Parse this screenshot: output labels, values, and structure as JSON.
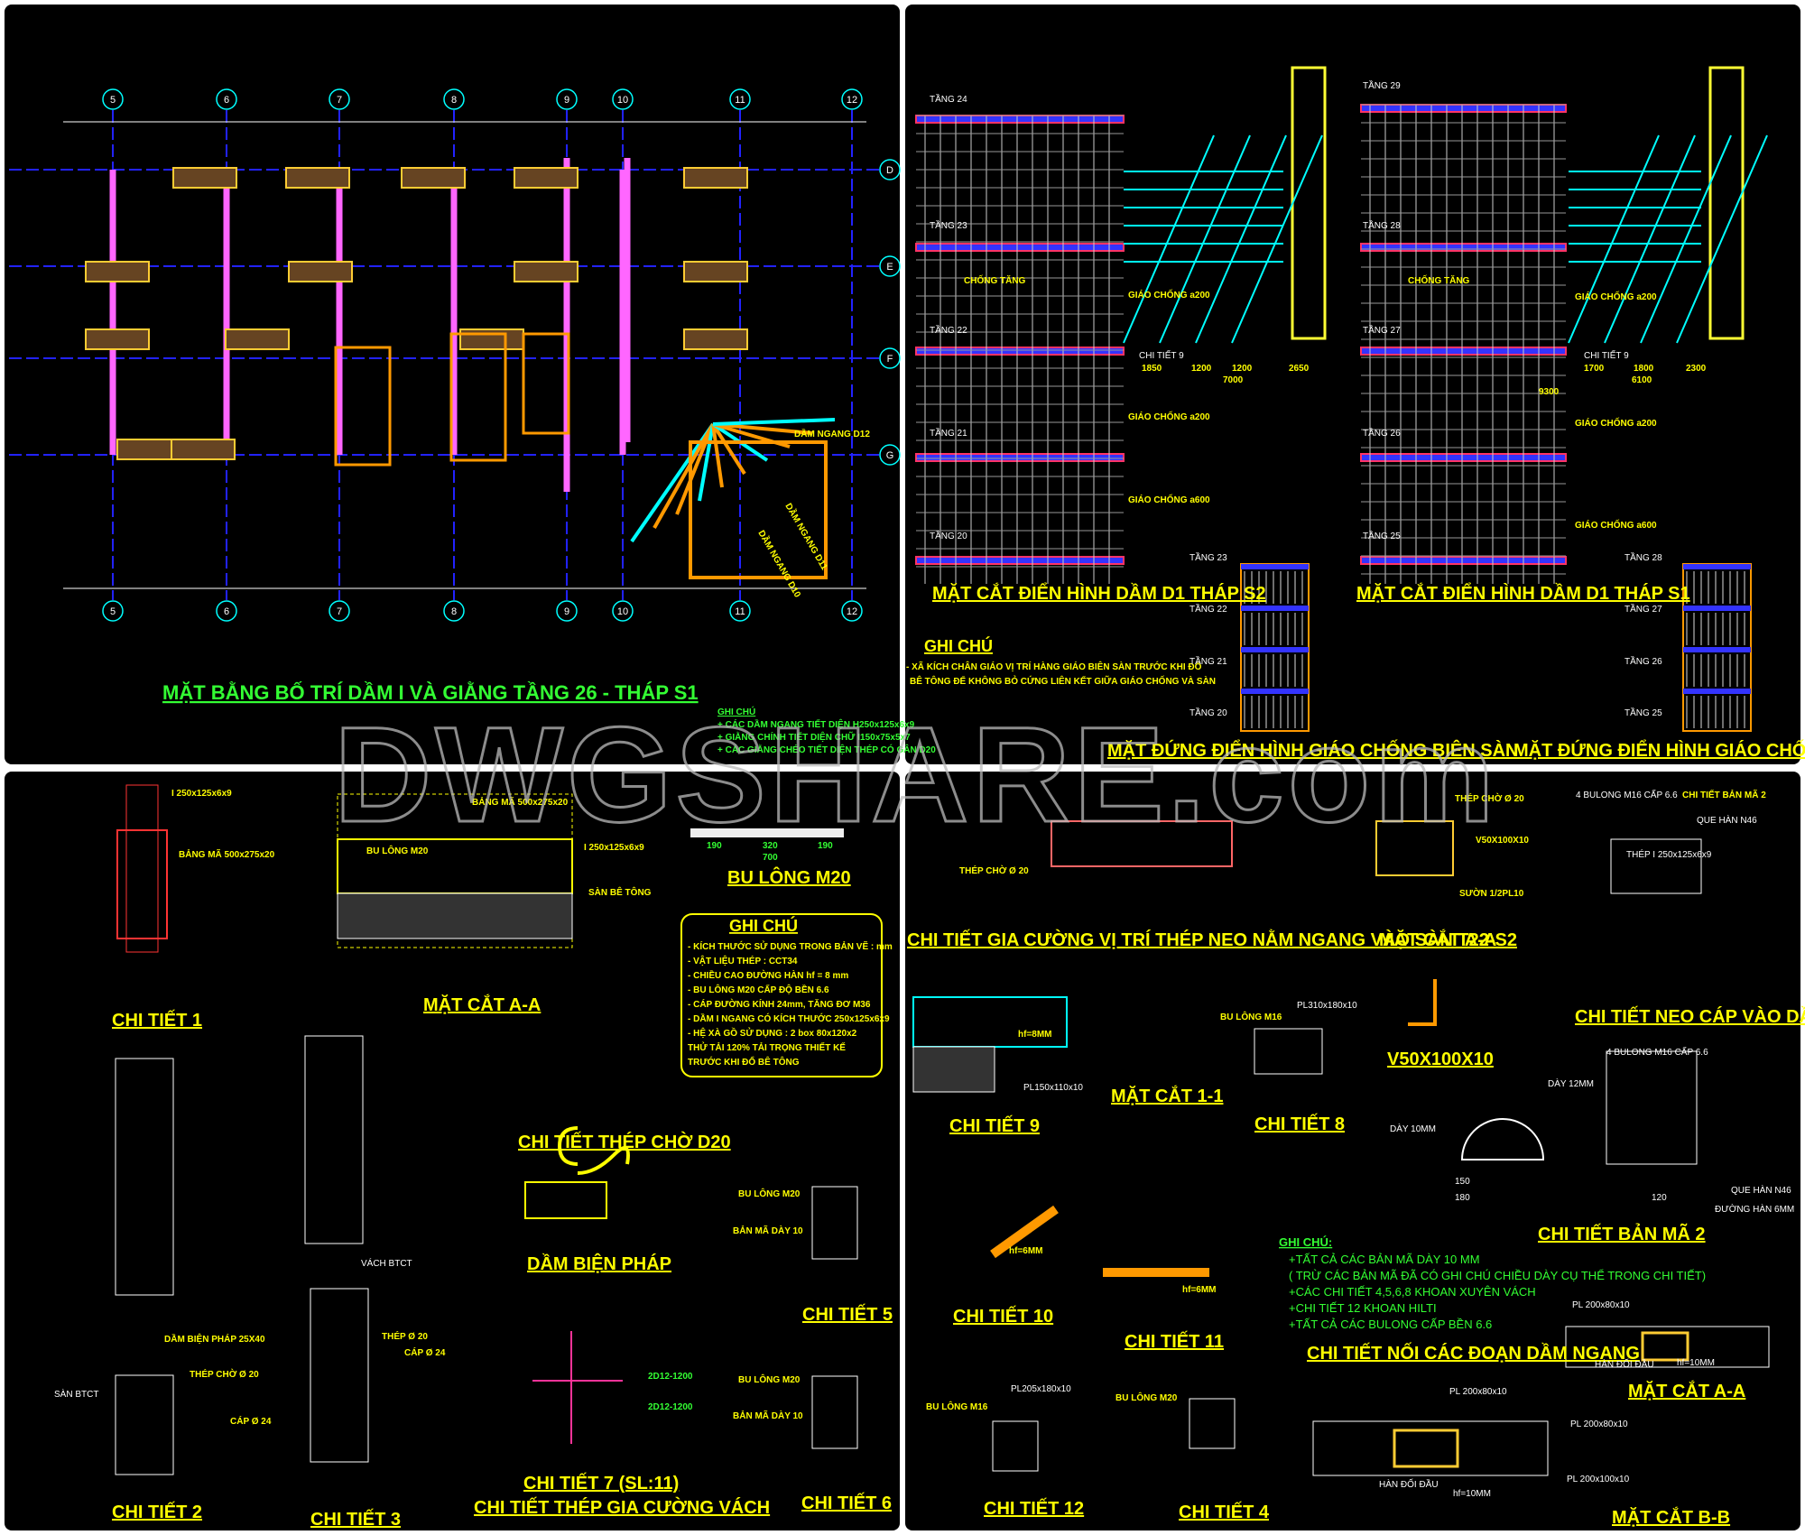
{
  "watermark": "DWGSHARE.com",
  "colors": {
    "background": "#000000",
    "title_yellow": "#ffff00",
    "title_green": "#33ff33",
    "grid_blue": "#2222ff",
    "wall_magenta": "#ff66ff",
    "brace_orange": "#ff9900",
    "brace_cyan": "#00ffff"
  },
  "plan": {
    "title": "MẶT BẰNG BỐ TRÍ DẦM I VÀ GIẰNG TẦNG 26 - THÁP S1",
    "axes_columns": [
      "5",
      "6",
      "7",
      "8",
      "9",
      "10",
      "11",
      "12"
    ],
    "axes_rows": [
      "D",
      "E",
      "F",
      "G"
    ],
    "note_title": "GHI CHÚ",
    "notes": [
      "+ CÁC DẦM NGANG TIẾT DIỆN H250x125x6x9",
      "+ GIẰNG CHÍNH TIẾT DIỆN CHỮ I150x75x5x7",
      "+ CÁC GIẰNG CHÉO TIẾT DIỆN THÉP CÓ GÂN D20"
    ],
    "labels": [
      "DẦM NGANG D12",
      "DẦM NGANG D11",
      "DẦM NGANG D10"
    ]
  },
  "section_s2": {
    "title": "MẶT CẮT ĐIỂN HÌNH DẦM  D1 THÁP S2",
    "floors": [
      "TẦNG 24",
      "TẦNG 23",
      "TẦNG 22",
      "TẦNG 21",
      "TẦNG 20"
    ],
    "labels": [
      "CHỐNG TĂNG",
      "GIÁO CHỐNG a200",
      "CHI TIẾT 9",
      "GIÁO CHỐNG a200",
      "GIÁO CHỐNG a600"
    ],
    "dims": [
      "1850",
      "1200",
      "1200",
      "2650",
      "7000"
    ]
  },
  "section_s1": {
    "title": "MẶT CẮT ĐIỂN HÌNH DẦM  D1 THÁP S1",
    "floors": [
      "TẦNG 29",
      "TẦNG 28",
      "TẦNG 27",
      "TẦNG 26",
      "TẦNG 25"
    ],
    "labels": [
      "CHỐNG TĂNG",
      "GIÁO CHỐNG a200",
      "CHI TIẾT 9",
      "GIÁO CHỐNG a200",
      "GIÁO CHỐNG a600"
    ],
    "dims": [
      "1700",
      "1800",
      "2300",
      "6100",
      "9300"
    ]
  },
  "top_right_note": {
    "title": "GHI CHÚ",
    "lines": [
      "- XÃ KÍCH CHÂN GIÁO VỊ TRÍ HÀNG GIÁO BIÊN SÀN TRƯỚC KHI ĐỔ",
      "BÊ TÔNG ĐỂ KHÔNG BỎ CỨNG LIÊN KẾT GIỮA GIÁO CHỐNG VÀ SÀN"
    ]
  },
  "elevation_s2": {
    "title": "MẶT ĐỨNG  ĐIỂN HÌNH GIÁO CHỐNG BIÊN SÀN",
    "floors": [
      "TẦNG 23",
      "TẦNG 22",
      "TẦNG 21",
      "TẦNG 20"
    ]
  },
  "elevation_s1": {
    "title": "MẶT ĐỨNG  ĐIỂN HÌNH GIÁO CHỐNG BIÊN SÀN",
    "floors": [
      "TẦNG 28",
      "TẦNG 27",
      "TẦNG 26",
      "TẦNG 25"
    ]
  },
  "details_left": {
    "ct1": {
      "title": "CHI TIẾT 1",
      "labels": [
        "I 250x125x6x9",
        "BẢNG MÃ 500x275x20"
      ]
    },
    "aa": {
      "title": "MẶT CẮT A-A",
      "labels": [
        "BẢNG MÃ 500x275x20",
        "BU LÔNG M20",
        "I 250x125x6x9",
        "SÀN BÊ TÔNG"
      ]
    },
    "bolt": {
      "title": "BU LÔNG M20",
      "dims": [
        "190",
        "320",
        "190",
        "700"
      ]
    },
    "note": {
      "title": "GHI CHÚ",
      "lines": [
        "- KÍCH THƯỚC  SỬ DỤNG TRONG BẢN VẼ : mm",
        "- VẬT LIỆU THÉP : CCT34",
        "- CHIỀU CAO ĐƯỜNG HÀN   hf = 8 mm",
        "- BU LÔNG M20 CẤP ĐỘ BỀN 6.6",
        "- CÁP ĐƯỜNG KÍNH 24mm, TĂNG ĐƠ M36",
        "- DẦM I NGANG CÓ KÍCH THƯỚC 250x125x6x9",
        "- HỆ XÀ GỒ SỬ DỤNG : 2 box 80x120x2",
        "  THỬ TẢI 120% TẢI TRỌNG THIẾT KẾ",
        "  TRƯỚC KHI ĐỔ BÊ TÔNG"
      ]
    },
    "d20": {
      "title": "CHI TIẾT THÉP CHỜ D20"
    },
    "dbp": {
      "title": "DẦM BIỆN PHÁP"
    },
    "ct5": {
      "title": "CHI TIẾT 5",
      "labels": [
        "BU LÔNG M20",
        "BẢN MÃ DÀY 10"
      ]
    },
    "ct2": {
      "title": "CHI TIẾT 2",
      "labels": [
        "DẦM BIỆN PHÁP 25X40",
        "THÉP CHỜ Ø 20",
        "SÀN BTCT",
        "CÁP Ø 24"
      ]
    },
    "ct3": {
      "title": "CHI TIẾT 3",
      "labels": [
        "VÁCH BTCT",
        "THÉP Ø 20",
        "CÁP Ø 24"
      ]
    },
    "ct7": {
      "title": "CHI TIẾT 7 (SL:11)",
      "sub": "CHI TIẾT THÉP GIA CƯỜNG VÁCH",
      "labels": [
        "2D12-1200",
        "2D12-1200"
      ]
    },
    "ct6": {
      "title": "CHI TIẾT 6",
      "labels": [
        "BU LÔNG M20",
        "BẢN MÃ DÀY 10"
      ]
    }
  },
  "details_right": {
    "gc": {
      "title": "CHI TIẾT GIA CƯỜNG VỊ TRÍ THÉP NEO NẰM NGANG VÀO SÀN  T22-S2",
      "labels": [
        "THÉP CHỜ Ø 20"
      ]
    },
    "aa": {
      "title": "MẶT CẮT A-A",
      "labels": [
        "THÉP CHỜ Ø 20",
        "V50X100X10",
        "SƯỜN 1/2PL10"
      ]
    },
    "neo": {
      "title": "CHI TIẾT NEO CÁP VÀO DẦM NGANG",
      "labels": [
        "4 BULONG M16 CẤP 6.6",
        "CHI TIẾT BẢN MÃ 2",
        "QUE HÀN N46",
        "THÉP I 250x125x6x9"
      ]
    },
    "ct9": {
      "title": "CHI TIẾT 9",
      "labels": [
        "hf=8MM",
        "PL150x110x10"
      ]
    },
    "mc11": {
      "title": "MẶT CẮT 1-1"
    },
    "ct8": {
      "title": "CHI TIẾT 8",
      "labels": [
        "BU LÔNG M16",
        "PL310x180x10"
      ]
    },
    "v50": {
      "title": "V50X100X10"
    },
    "bm2": {
      "title": "CHI TIẾT BẢN MÃ 2",
      "labels": [
        "DÀY 12MM",
        "DÀY 10MM",
        "4 BULONG M16 CẤP 6.6",
        "QUE HÀN N46",
        "ĐƯỜNG HÀN 6MM"
      ],
      "dims": [
        "150",
        "180",
        "120"
      ]
    },
    "ct10": {
      "title": "CHI TIẾT 10",
      "labels": [
        "hf=6MM"
      ]
    },
    "ct11": {
      "title": "CHI TIẾT 11",
      "labels": [
        "hf=6MM"
      ]
    },
    "note": {
      "title": "GHI CHÚ:",
      "lines": [
        "+TẤT CẢ CÁC BẢN MÃ DÀY 10 MM",
        "( TRỪ CÁC BẢN MÃ ĐÃ CÓ GHI CHÚ CHIỀU DÀY CỤ THỂ TRONG CHI TIẾT)",
        "+CÁC CHI TIẾT 4,5,6,8 KHOAN XUYÊN VÁCH",
        "+CHI TIẾT 12 KHOAN HILTI",
        "+TẤT CẢ CÁC BULONG CẤP BỀN 6.6"
      ]
    },
    "noi": {
      "title": "CHI TIẾT NỐI CÁC ĐOẠN DẦM NGANG",
      "labels": [
        "PL 200x80x10",
        "HÀN ĐỐI ĐẦU",
        "hf=10MM"
      ]
    },
    "aa2": {
      "title": "MẶT CẮT A-A",
      "labels": [
        "PL 200x80x10",
        "HÀN ĐỐI ĐẦU",
        "hf=10MM"
      ]
    },
    "ct12": {
      "title": "CHI TIẾT 12",
      "labels": [
        "BU LÔNG M16",
        "PL205x180x10"
      ]
    },
    "ct4": {
      "title": "CHI TIẾT 4",
      "labels": [
        "BU LÔNG M20"
      ]
    },
    "bb": {
      "title": "MẶT CẮT B-B",
      "labels": [
        "PL 200x80x10",
        "PL 200x100x10"
      ]
    }
  }
}
